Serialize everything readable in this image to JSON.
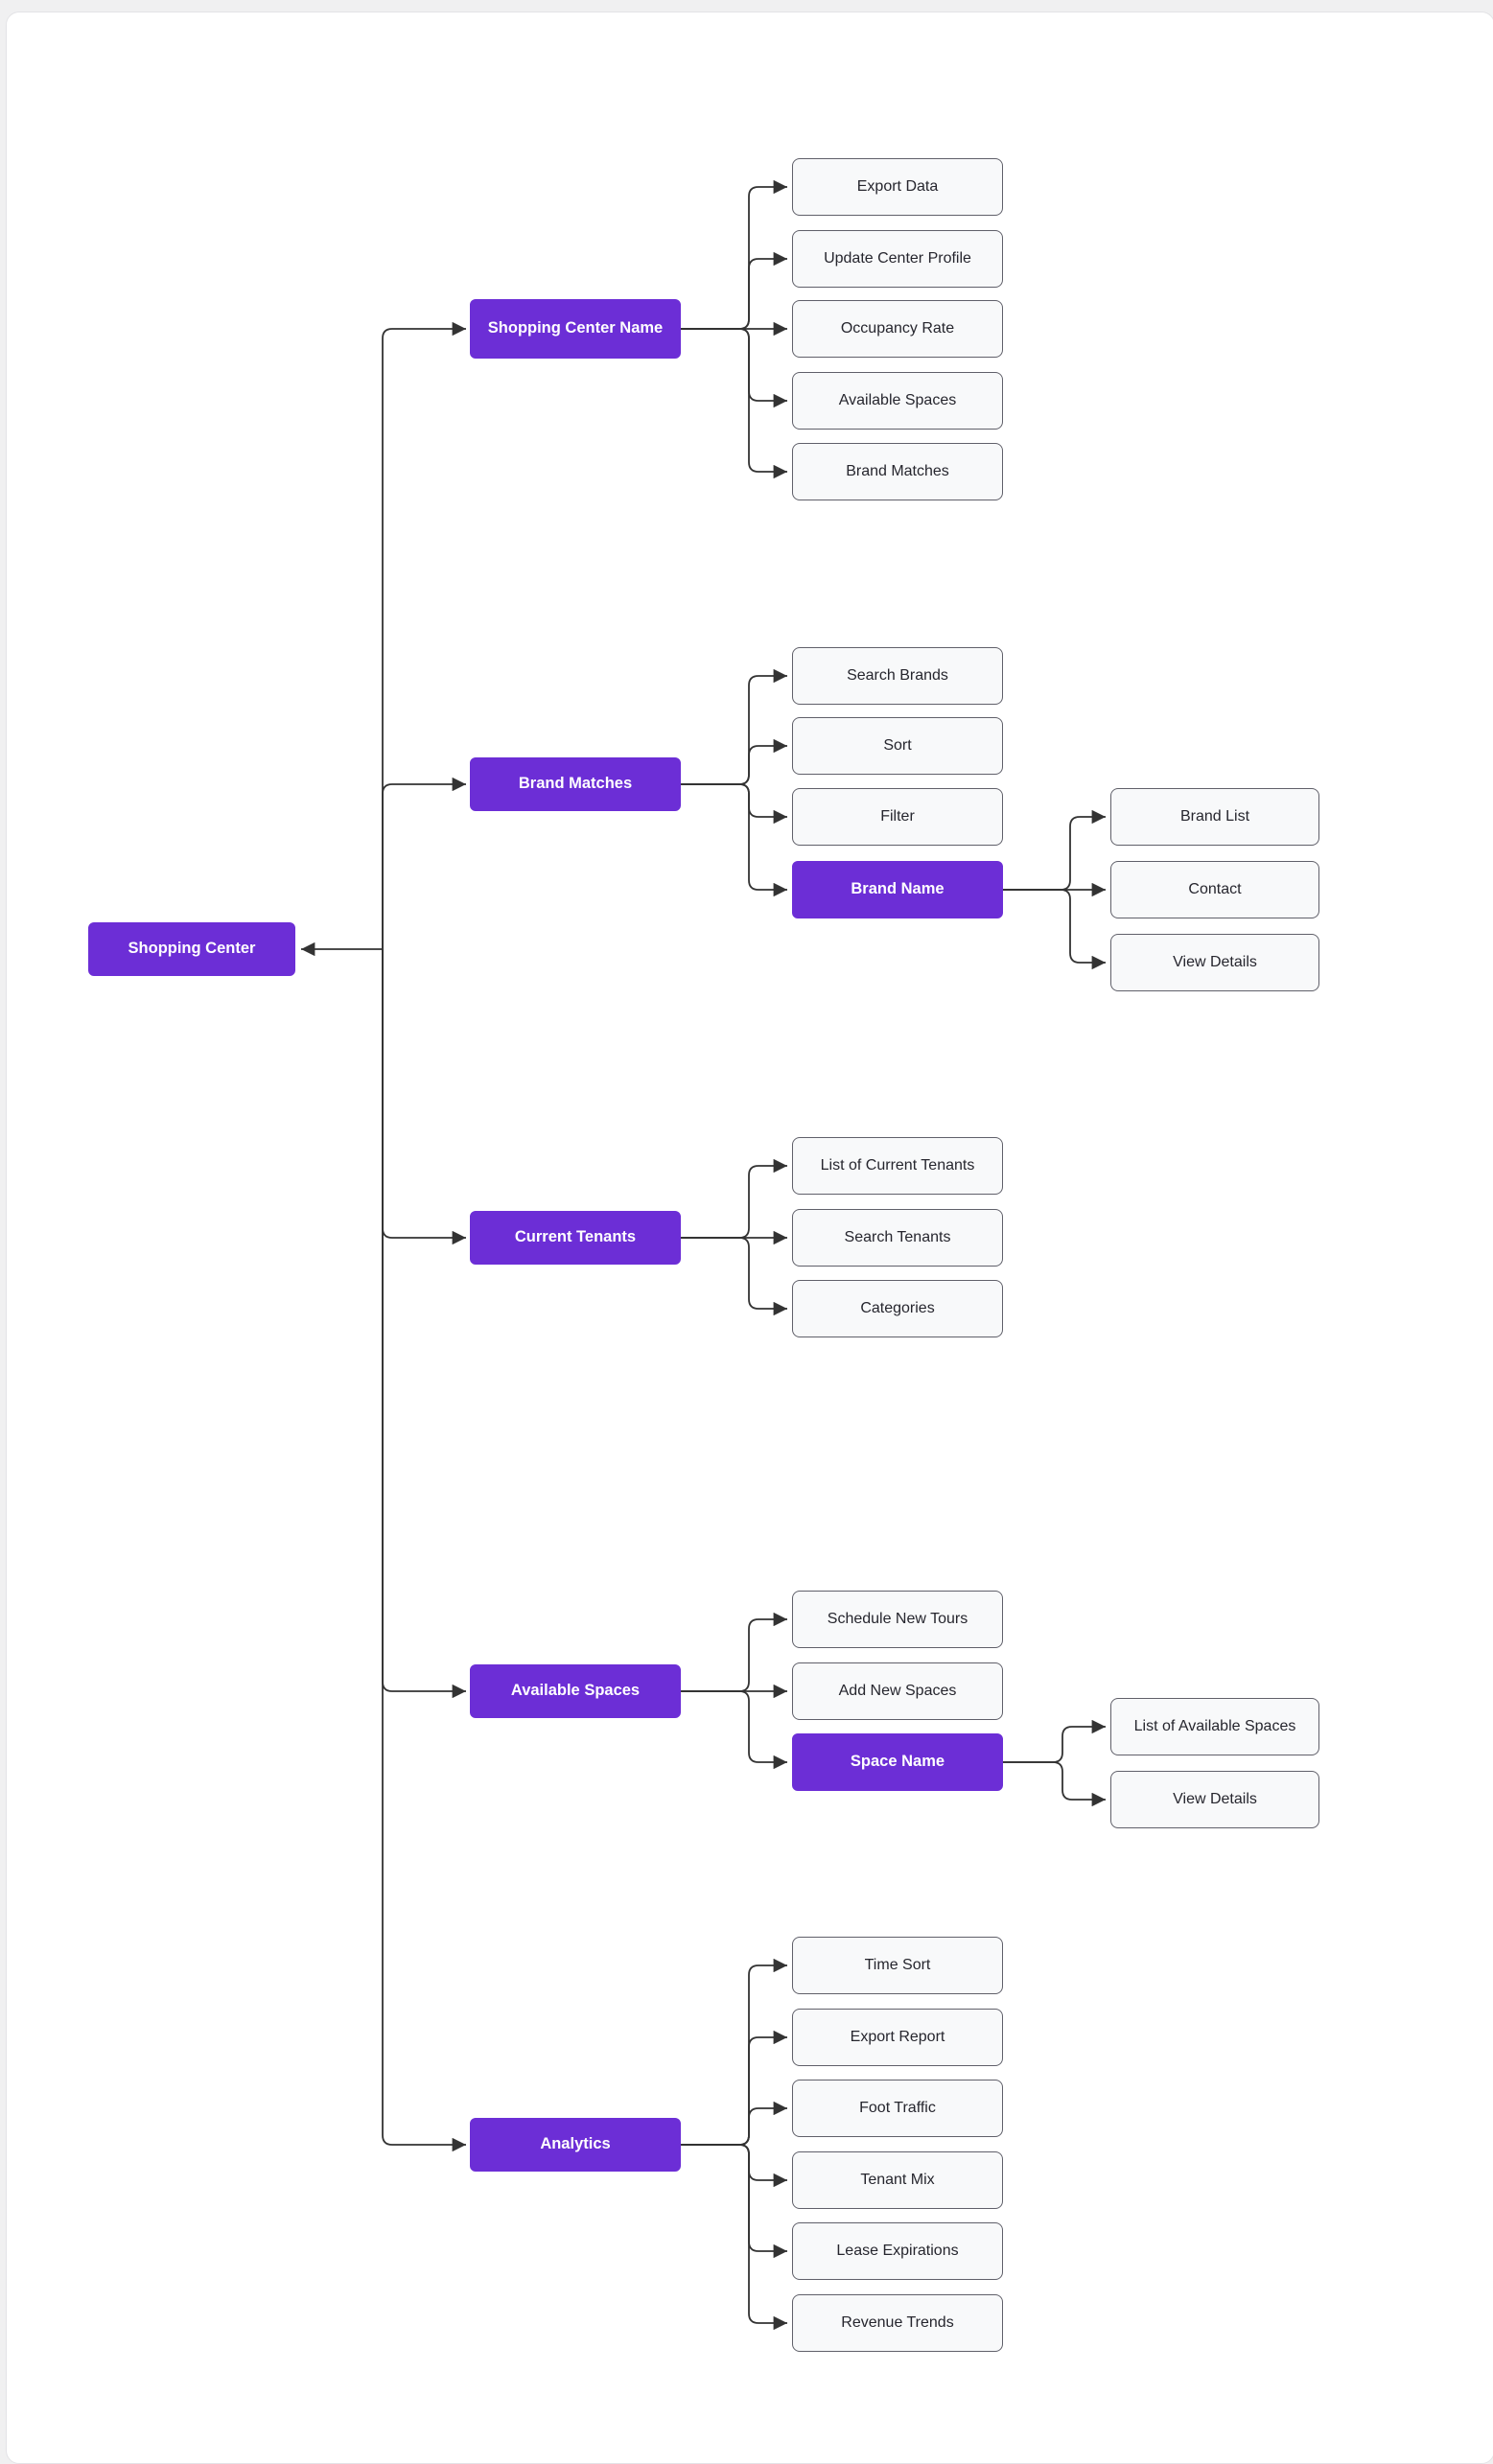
{
  "colors": {
    "accent": "#6C2ED6",
    "accent_text": "#ffffff",
    "node_fill": "#f8f9fa",
    "node_border": "#60606a",
    "node_text": "#26262e",
    "edge": "#333333",
    "canvas_background": "#f0f0f1",
    "card_background": "#ffffff"
  },
  "diagram": {
    "root": {
      "label": "Shopping Center"
    },
    "branches": [
      {
        "label": "Shopping Center Name",
        "children": [
          {
            "label": "Export Data"
          },
          {
            "label": "Update Center Profile"
          },
          {
            "label": "Occupancy Rate"
          },
          {
            "label": "Available Spaces"
          },
          {
            "label": "Brand Matches"
          }
        ]
      },
      {
        "label": "Brand Matches",
        "children": [
          {
            "label": "Search Brands"
          },
          {
            "label": "Sort"
          },
          {
            "label": "Filter"
          },
          {
            "label": "Brand Name",
            "accent": true,
            "children": [
              {
                "label": "Brand List"
              },
              {
                "label": "Contact"
              },
              {
                "label": "View Details"
              }
            ]
          }
        ]
      },
      {
        "label": "Current Tenants",
        "children": [
          {
            "label": "List of Current Tenants"
          },
          {
            "label": "Search Tenants"
          },
          {
            "label": "Categories"
          }
        ]
      },
      {
        "label": "Available Spaces",
        "children": [
          {
            "label": "Schedule New Tours"
          },
          {
            "label": "Add New Spaces"
          },
          {
            "label": "Space Name",
            "accent": true,
            "children": [
              {
                "label": "List of Available Spaces"
              },
              {
                "label": "View Details"
              }
            ]
          }
        ]
      },
      {
        "label": "Analytics",
        "children": [
          {
            "label": "Time Sort"
          },
          {
            "label": "Export Report"
          },
          {
            "label": "Foot Traffic"
          },
          {
            "label": "Tenant Mix"
          },
          {
            "label": "Lease Expirations"
          },
          {
            "label": "Revenue Trends"
          }
        ]
      }
    ]
  }
}
